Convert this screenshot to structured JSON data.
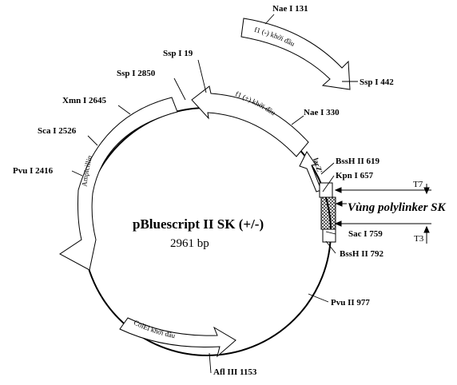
{
  "plasmid": {
    "name": "pBluescript II SK (+/-)",
    "size": "2961 bp"
  },
  "features": {
    "f1_minus": "f1 (-) khởi đầu",
    "f1_plus": "f1 (+) khởi đầu",
    "ampicillin": "Ampicillin",
    "colE1": "ColEl khởi đầu",
    "lacZ": "lacZ'"
  },
  "sites": [
    {
      "id": "nae131",
      "label": "Nae I 131"
    },
    {
      "id": "ssp442",
      "label": "Ssp I 442"
    },
    {
      "id": "ssp19",
      "label": "Ssp I 19"
    },
    {
      "id": "ssp2850",
      "label": "Ssp I 2850"
    },
    {
      "id": "xmn2645",
      "label": "Xmn I 2645"
    },
    {
      "id": "sca2526",
      "label": "Sca I 2526"
    },
    {
      "id": "pvu2416",
      "label": "Pvu I 2416"
    },
    {
      "id": "nae330",
      "label": "Nae I 330"
    },
    {
      "id": "bssh619",
      "label": "BssH II 619"
    },
    {
      "id": "kpn657",
      "label": "Kpn I 657"
    },
    {
      "id": "sac759",
      "label": "Sac I 759"
    },
    {
      "id": "bssh792",
      "label": "BssH II 792"
    },
    {
      "id": "pvu977",
      "label": "Pvu II 977"
    },
    {
      "id": "afl1153",
      "label": "Afl III 1153"
    }
  ],
  "polylinker": "Vùng polylinker SK",
  "promoters": {
    "t7": "T7",
    "t3": "T3"
  }
}
